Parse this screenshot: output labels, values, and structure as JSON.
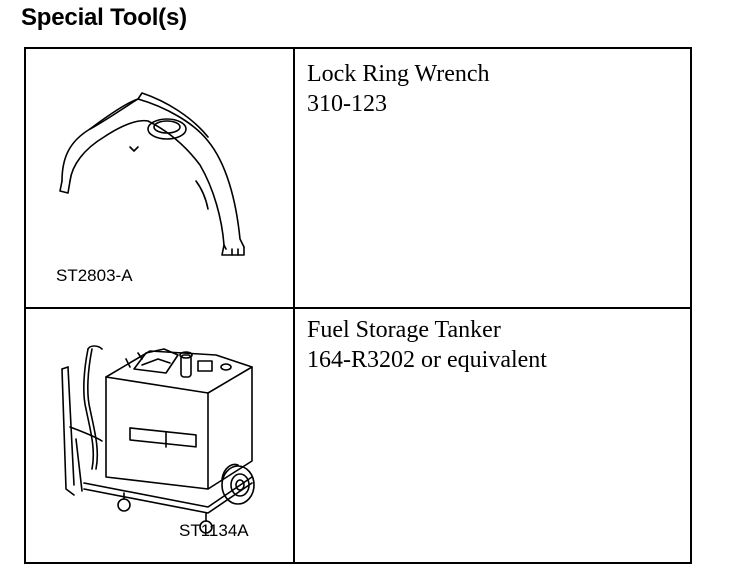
{
  "page": {
    "title": "Special Tool(s)"
  },
  "tools": [
    {
      "illustration_code": "ST2803-A",
      "name": "Lock Ring Wrench",
      "part_number": "310-123",
      "icon": "lock-ring-wrench-icon"
    },
    {
      "illustration_code": "ST1134A",
      "name": "Fuel Storage Tanker",
      "part_number": "164-R3202 or equivalent",
      "icon": "fuel-storage-tanker-icon"
    }
  ]
}
